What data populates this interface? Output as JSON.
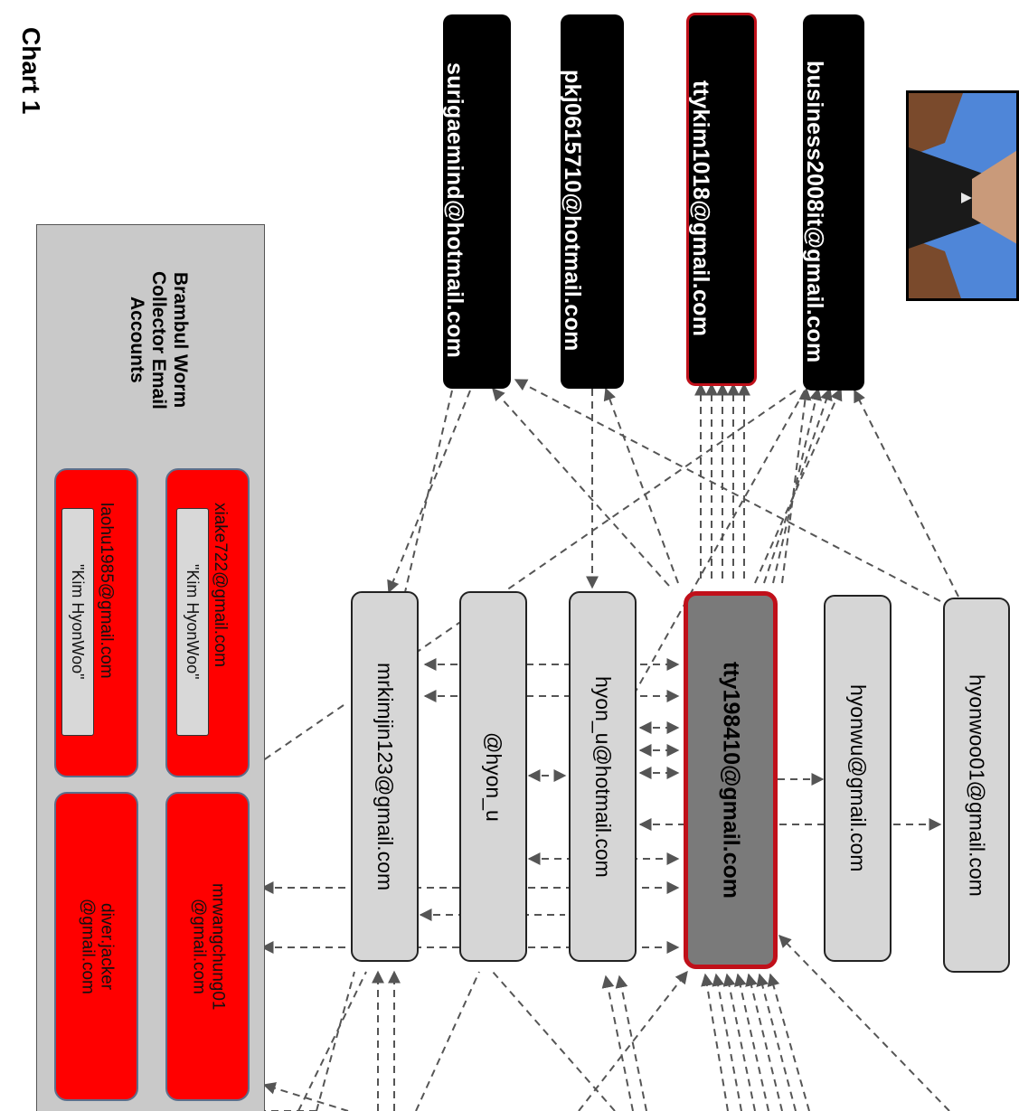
{
  "chart_label": "Chart 1",
  "panel": {
    "title": "Brambul Worm\nCollector Email\nAccounts",
    "accounts": [
      {
        "email": "xiake722@gmail.com",
        "alias": "\"Kim HyonWoo\""
      },
      {
        "email": "laohu1985@gmail.com",
        "alias": "\"Kim HyonWoo\""
      },
      {
        "email": "mrwangchung01\n@gmail.com"
      },
      {
        "email": "diver.jacker\n@gmail.com"
      }
    ]
  },
  "top_accounts": [
    "business2008it@gmail.com",
    "ttykim1018@gmail.com",
    "pkj0615710@hotmail.com",
    "surigaemind@hotmail.com"
  ],
  "middle_accounts": {
    "hyonwoo01": "hyonwoo01@gmail.com",
    "hyonwu": "hyonwu@gmail.com",
    "center": "tty198410@gmail.com",
    "hyon_u_hotmail": "hyon_u@hotmail.com",
    "hyon_u": "@hyon_u",
    "mrkimjin": "mrkimjin123@gmail.com"
  },
  "colors": {
    "highlight_border": "#c0101a",
    "red_fill": "#ff0000",
    "gray_fill": "#d6d6d6",
    "center_fill": "#7a7a7a",
    "panel_fill": "#c9c9c9",
    "edge": "#555555"
  }
}
